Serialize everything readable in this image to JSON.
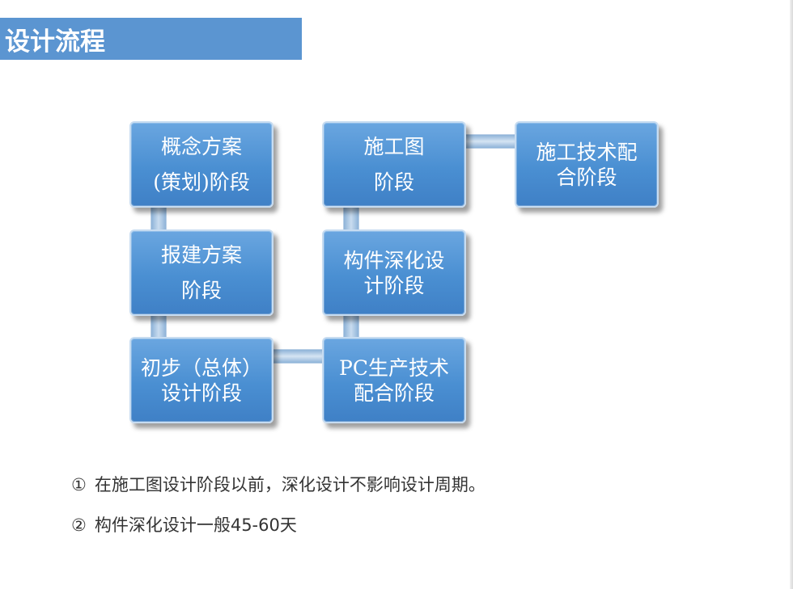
{
  "title": "设计流程",
  "nodes": {
    "concept": {
      "line1": "概念方案",
      "line2": "(策划)阶段"
    },
    "permit": {
      "line1": "报建方案",
      "line2": "阶段"
    },
    "preliminary": {
      "line1": "初步（总体）",
      "line2": "设计阶段"
    },
    "construction_drawing": {
      "line1": "施工图",
      "line2": "阶段"
    },
    "component_deepening": {
      "line1": "构件深化设",
      "line2": "计阶段"
    },
    "pc_production": {
      "line1": "PC生产技术",
      "line2": "配合阶段"
    },
    "construction_tech": {
      "line1": "施工技术配",
      "line2": "合阶段"
    }
  },
  "notes": [
    {
      "num": "①",
      "text": "在施工图设计阶段以前，深化设计不影响设计周期。"
    },
    {
      "num": "②",
      "text": "构件深化设计一般45-60天"
    }
  ],
  "colors": {
    "title_bar": "#5b95d1",
    "node_fill": "#4a8fd2",
    "node_border": "#c7dcf1",
    "connector": "#8eb3d8",
    "note_text": "#333333"
  }
}
